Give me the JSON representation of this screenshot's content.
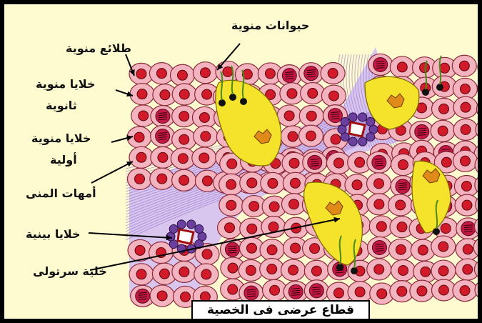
{
  "labels": {
    "spermatozoa": "حيوانات منوية",
    "spermatids": "طلائع منوية",
    "secondary_spermatocytes_line1": "خلايا منوية",
    "secondary_spermatocytes_line2": "ثانوية",
    "primary_spermatocytes_line1": "خلايا منوية",
    "primary_spermatocytes_line2": "أولية",
    "spermatogonia": "أمهات المنى",
    "interstitial_cells": "خلايا بينية",
    "sertoli_cell": "خلية سرتولى"
  },
  "caption": "قطاع عرضى فى الخصية",
  "colors": {
    "background": "#fffbd0",
    "cell_fill": "#f3b4bf",
    "cell_outline": "#8a2a3a",
    "nucleus": "#d11a2a",
    "sertoli": "#f5e22a",
    "connective": "#8d6ac8",
    "interstitial": "#6b3f9e"
  }
}
